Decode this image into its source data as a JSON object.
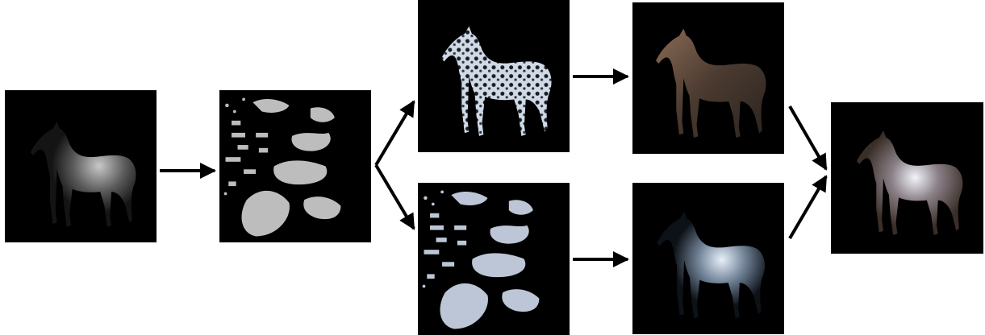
{
  "diagram": {
    "panels": [
      {
        "id": "input",
        "description": ""
      },
      {
        "id": "uv",
        "description": ""
      },
      {
        "id": "tex-a",
        "description": ""
      },
      {
        "id": "tex-b",
        "description": ""
      },
      {
        "id": "ren-a",
        "description": ""
      },
      {
        "id": "ren-b",
        "description": ""
      },
      {
        "id": "final",
        "description": ""
      }
    ],
    "edges": [
      {
        "from": "input",
        "to": "uv"
      },
      {
        "from": "uv",
        "to": "tex-a"
      },
      {
        "from": "uv",
        "to": "tex-b"
      },
      {
        "from": "tex-a",
        "to": "ren-a"
      },
      {
        "from": "tex-b",
        "to": "ren-b"
      },
      {
        "from": "ren-a",
        "to": "final"
      },
      {
        "from": "ren-b",
        "to": "final"
      }
    ],
    "colors": {
      "panel_bg": "#000000",
      "arrow": "#000000",
      "grey_shade": "#bdbdbd",
      "blue_shade": "#d7e6f5",
      "brown_body": "#5a4436",
      "skin_tone": "#e8c0a0"
    }
  }
}
